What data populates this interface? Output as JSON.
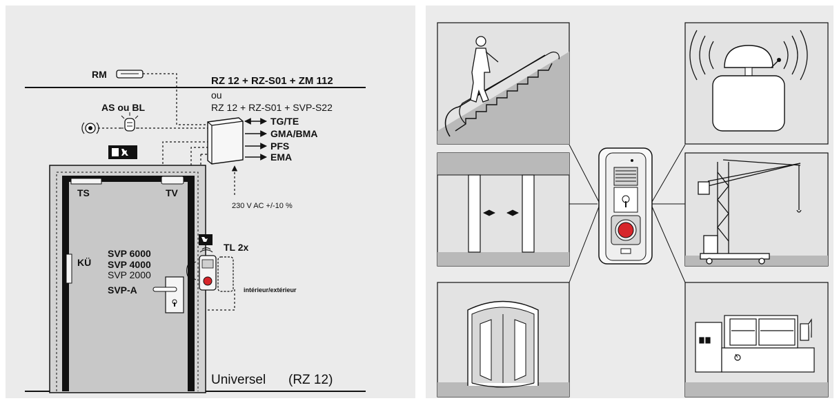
{
  "colors": {
    "background": "#ebebeb",
    "panel_fill": "#e3e3e3",
    "dark_band": "#b9b9b9",
    "line": "#111111",
    "button_red": "#d7262b",
    "door_fill": "#cfcfcf"
  },
  "left_diagram": {
    "label_rm": "RM",
    "config_primary": "RZ 12 + RZ-S01 + ZM 112",
    "config_or": "ou",
    "config_secondary": "RZ 12 + RZ-S01 + SVP-S22",
    "label_as_bl": "AS ou BL",
    "outputs": [
      "TG/TE",
      "GMA/BMA",
      "PFS",
      "EMA"
    ],
    "power_label": "230 V AC +/-10 %",
    "label_ts": "TS",
    "label_tv": "TV",
    "label_ku": "KÜ",
    "lock_models": [
      "SVP 6000",
      "SVP 4000",
      "SVP 2000"
    ],
    "label_svpa": "SVP-A",
    "label_tl": "TL 2x",
    "label_int_ext": "intérieur/extérieur",
    "footer_title": "Universel",
    "footer_model": "(RZ 12)"
  },
  "right_diagram": {
    "panels": [
      {
        "name": "escalator",
        "icon": "escalator-icon"
      },
      {
        "name": "sliding-door",
        "icon": "sliding-door-icon"
      },
      {
        "name": "revolving-door",
        "icon": "revolving-door-icon"
      },
      {
        "name": "alarm-bell",
        "icon": "alarm-bell-icon"
      },
      {
        "name": "crane",
        "icon": "crane-icon"
      },
      {
        "name": "machine",
        "icon": "machine-tool-icon"
      }
    ],
    "center_device": "emergency-stop-terminal-icon"
  }
}
